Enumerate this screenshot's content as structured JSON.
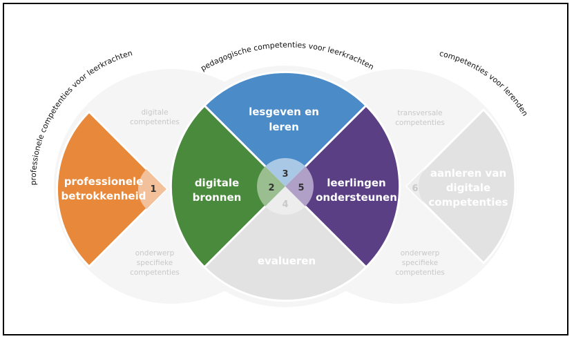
{
  "arcs": {
    "left": "professionele competenties voor leerkrachten",
    "top": "pedagogische competenties voor leerkrachten",
    "right": "competenties voor lerenden"
  },
  "faded": {
    "left_top": [
      "digitale",
      "competenties"
    ],
    "left_bottom": [
      "onderwerp",
      "specifieke",
      "competenties"
    ],
    "right_top": [
      "transversale",
      "competenties"
    ],
    "right_bottom": [
      "onderwerp",
      "specifieke",
      "competenties"
    ]
  },
  "sectors": [
    {
      "id": "1",
      "lines": [
        "professionele",
        "betrokkenheid"
      ],
      "color": "#E8883A"
    },
    {
      "id": "2",
      "lines": [
        "digitale",
        "bronnen"
      ],
      "color": "#4A8A3C"
    },
    {
      "id": "3",
      "lines": [
        "lesgeven en",
        "leren"
      ],
      "color": "#4A8BC8"
    },
    {
      "id": "4",
      "lines": [
        "evalueren"
      ],
      "color": "#E2E2E2"
    },
    {
      "id": "5",
      "lines": [
        "leerlingen",
        "ondersteunen"
      ],
      "color": "#5B3F85"
    },
    {
      "id": "6",
      "lines": [
        "aanleren van",
        "digitale",
        "competenties"
      ],
      "color": "#E2E2E2"
    }
  ],
  "colors": {
    "ring": "#F5F5F5",
    "faded_text": "#C8C8C8",
    "white": "#FFFFFF"
  }
}
